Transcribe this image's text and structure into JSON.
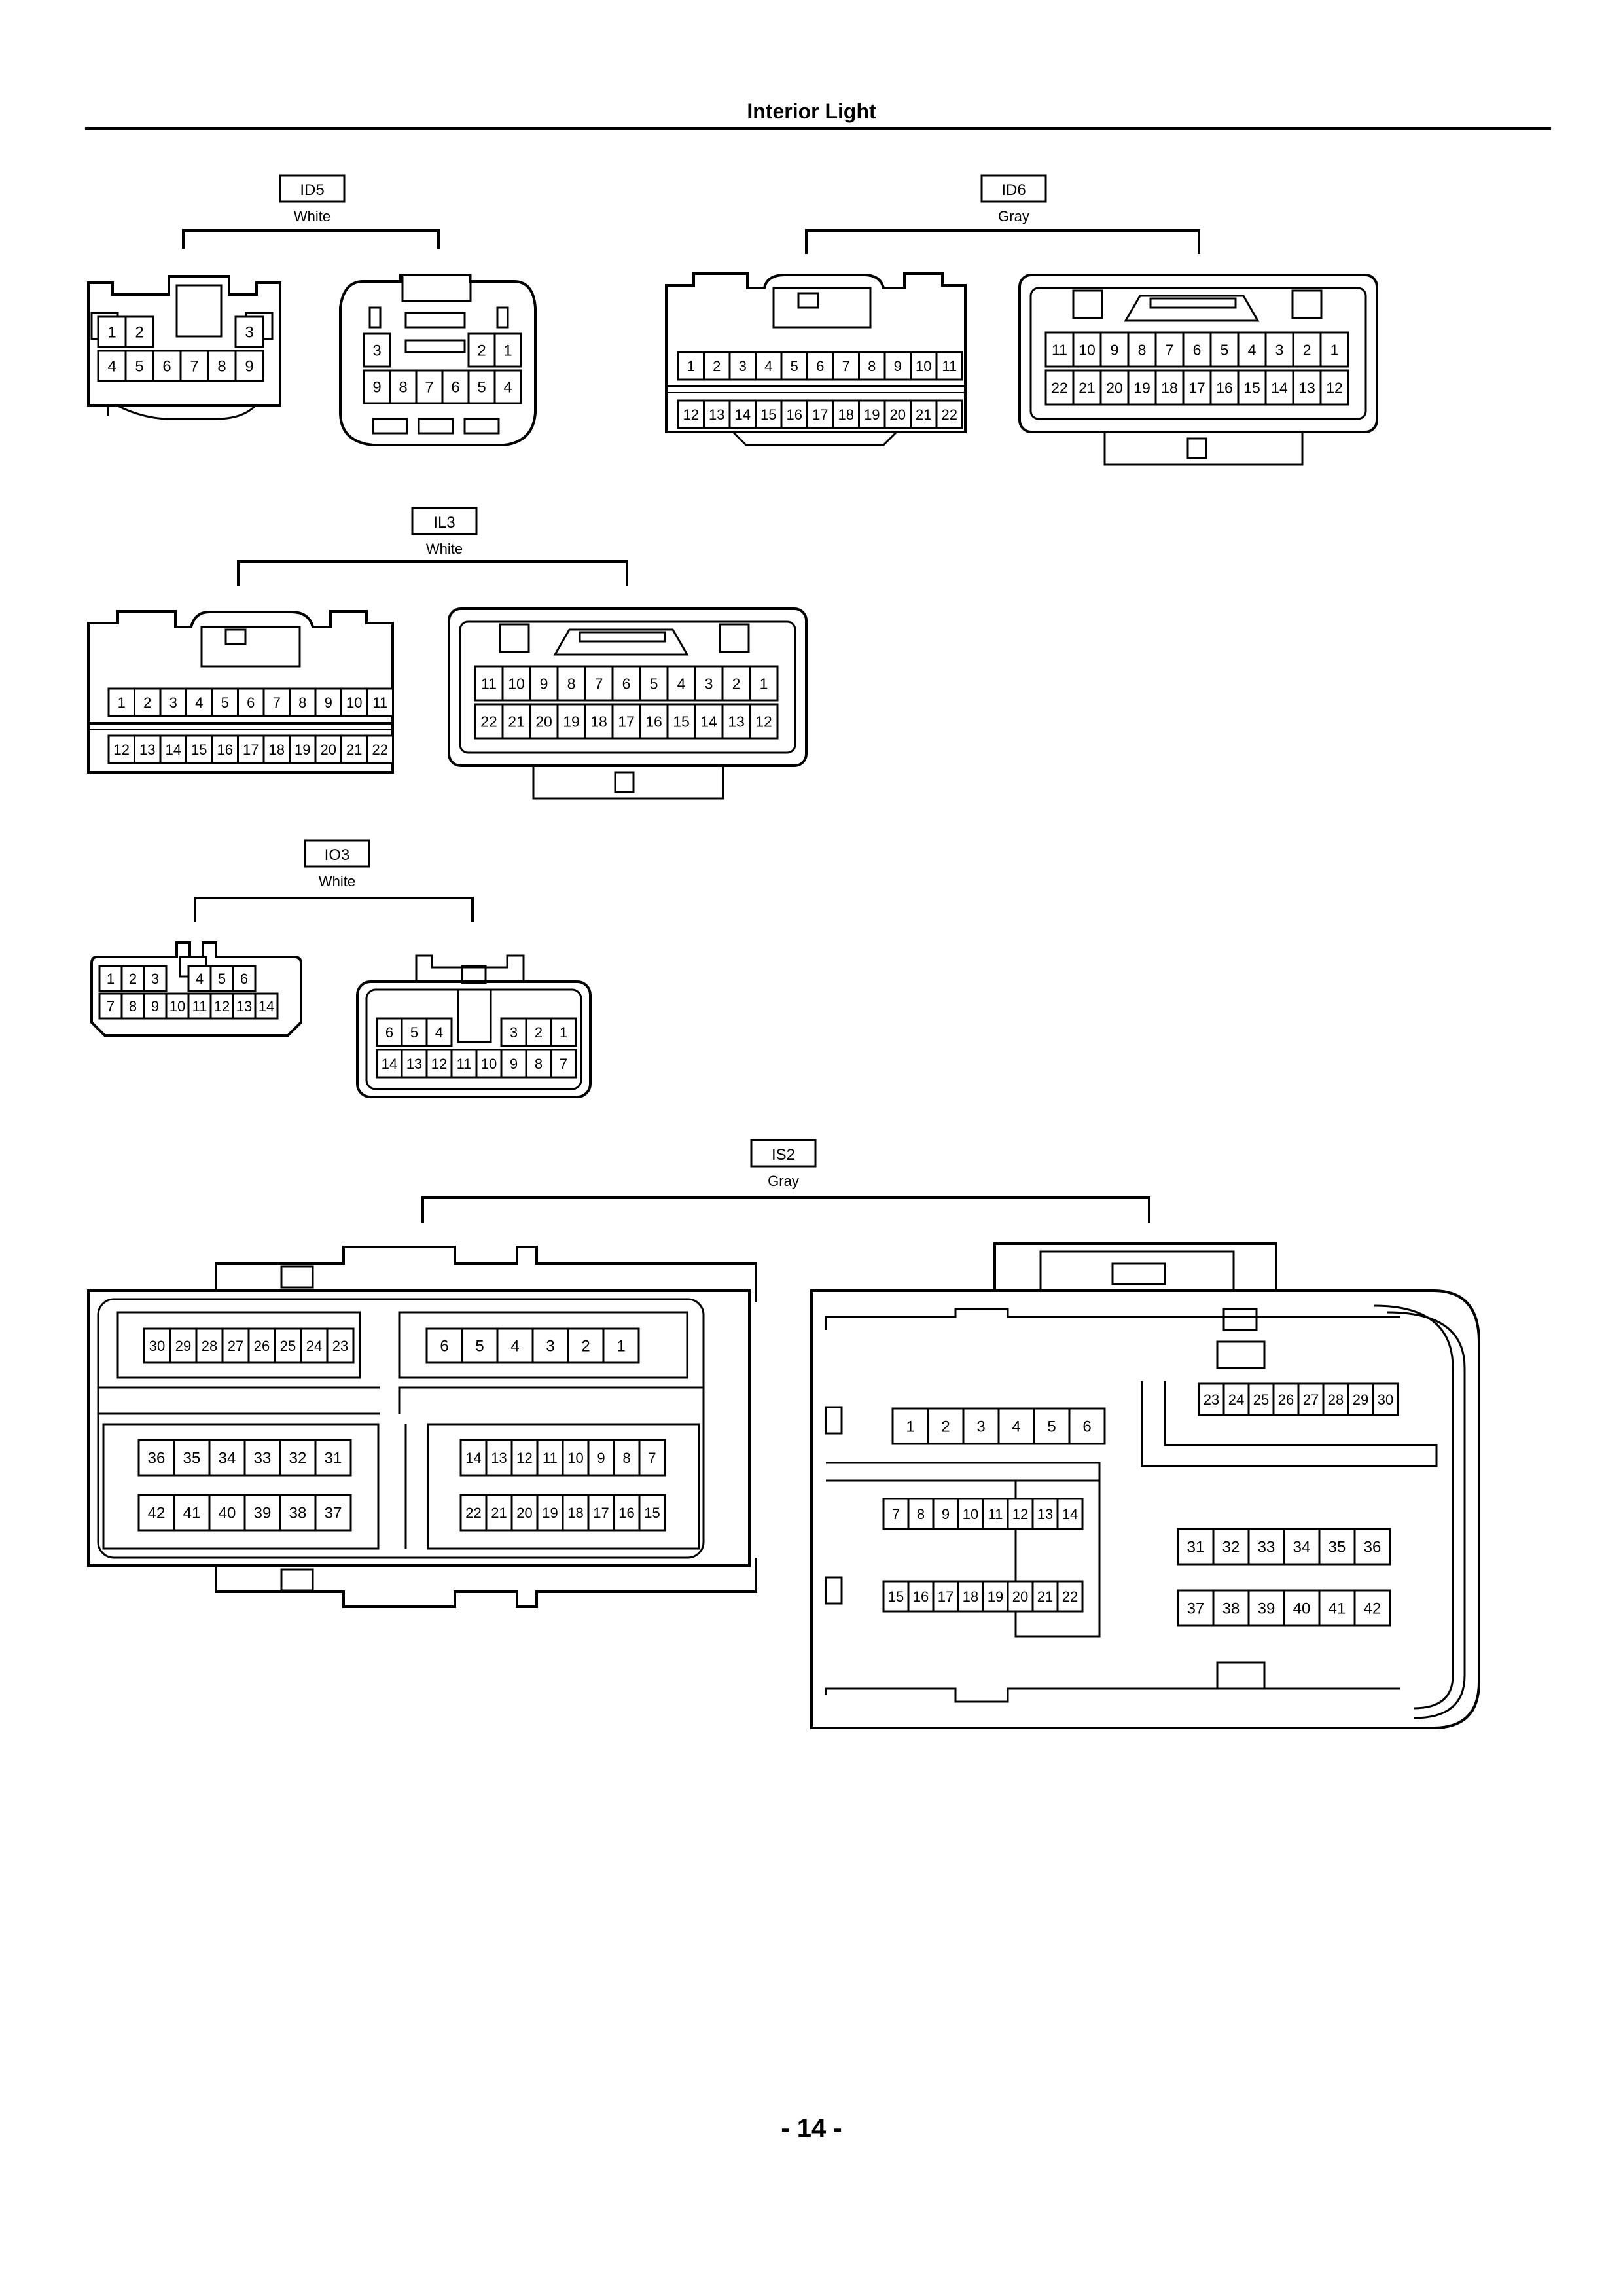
{
  "page": {
    "title": "Interior Light",
    "page_number": "- 14 -"
  },
  "connectors": {
    "ID5": {
      "code": "ID5",
      "color": "White",
      "left": {
        "rows": [
          [
            "1",
            "2",
            "",
            "",
            "",
            "3"
          ],
          [
            "4",
            "5",
            "6",
            "7",
            "8",
            "9"
          ]
        ]
      },
      "right": {
        "rows": [
          [
            "3",
            "",
            "",
            "",
            "2",
            "1"
          ],
          [
            "9",
            "8",
            "7",
            "6",
            "5",
            "4"
          ]
        ]
      }
    },
    "ID6": {
      "code": "ID6",
      "color": "Gray",
      "left": {
        "rows": [
          [
            "1",
            "2",
            "3",
            "4",
            "5",
            "6",
            "7",
            "8",
            "9",
            "10",
            "11"
          ],
          [
            "12",
            "13",
            "14",
            "15",
            "16",
            "17",
            "18",
            "19",
            "20",
            "21",
            "22"
          ]
        ]
      },
      "right": {
        "rows": [
          [
            "11",
            "10",
            "9",
            "8",
            "7",
            "6",
            "5",
            "4",
            "3",
            "2",
            "1"
          ],
          [
            "22",
            "21",
            "20",
            "19",
            "18",
            "17",
            "16",
            "15",
            "14",
            "13",
            "12"
          ]
        ]
      }
    },
    "IL3": {
      "code": "IL3",
      "color": "White",
      "left": {
        "rows": [
          [
            "1",
            "2",
            "3",
            "4",
            "5",
            "6",
            "7",
            "8",
            "9",
            "10",
            "11"
          ],
          [
            "12",
            "13",
            "14",
            "15",
            "16",
            "17",
            "18",
            "19",
            "20",
            "21",
            "22"
          ]
        ]
      },
      "right": {
        "rows": [
          [
            "11",
            "10",
            "9",
            "8",
            "7",
            "6",
            "5",
            "4",
            "3",
            "2",
            "1"
          ],
          [
            "22",
            "21",
            "20",
            "19",
            "18",
            "17",
            "16",
            "15",
            "14",
            "13",
            "12"
          ]
        ]
      }
    },
    "IO3": {
      "code": "IO3",
      "color": "White",
      "left": {
        "rows": [
          [
            "1",
            "2",
            "3",
            "",
            "4",
            "5",
            "6"
          ],
          [
            "7",
            "8",
            "9",
            "10",
            "11",
            "12",
            "13",
            "14"
          ]
        ]
      },
      "right": {
        "rows": [
          [
            "6",
            "5",
            "4",
            "",
            "",
            "3",
            "2",
            "1"
          ],
          [
            "14",
            "13",
            "12",
            "11",
            "10",
            "9",
            "8",
            "7"
          ]
        ]
      }
    },
    "IS2": {
      "code": "IS2",
      "color": "Gray",
      "left": {
        "groups": [
          [
            "30",
            "29",
            "28",
            "27",
            "26",
            "25",
            "24",
            "23"
          ],
          [
            "6",
            "5",
            "4",
            "3",
            "2",
            "1"
          ],
          [
            "36",
            "35",
            "34",
            "33",
            "32",
            "31"
          ],
          [
            "42",
            "41",
            "40",
            "39",
            "38",
            "37"
          ],
          [
            "14",
            "13",
            "12",
            "11",
            "10",
            "9",
            "8",
            "7"
          ],
          [
            "22",
            "21",
            "20",
            "19",
            "18",
            "17",
            "16",
            "15"
          ]
        ]
      },
      "right": {
        "groups": [
          [
            "23",
            "24",
            "25",
            "26",
            "27",
            "28",
            "29",
            "30"
          ],
          [
            "1",
            "2",
            "3",
            "4",
            "5",
            "6"
          ],
          [
            "7",
            "8",
            "9",
            "10",
            "11",
            "12",
            "13",
            "14"
          ],
          [
            "31",
            "32",
            "33",
            "34",
            "35",
            "36"
          ],
          [
            "15",
            "16",
            "17",
            "18",
            "19",
            "20",
            "21",
            "22"
          ],
          [
            "37",
            "38",
            "39",
            "40",
            "41",
            "42"
          ]
        ]
      }
    }
  }
}
